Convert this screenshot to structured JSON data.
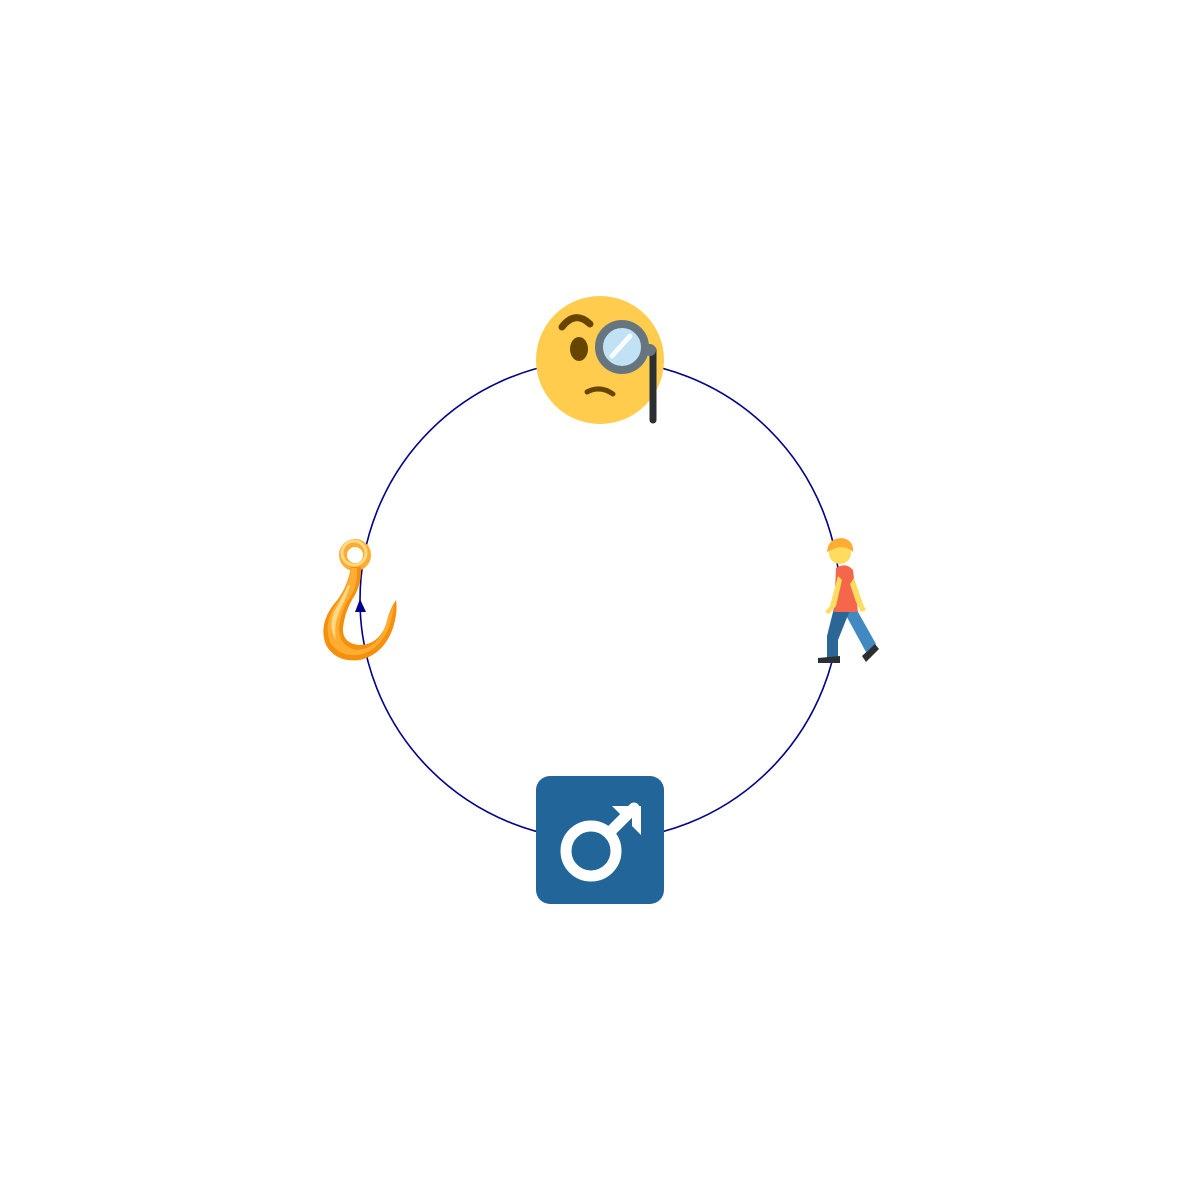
{
  "diagram": {
    "type": "cycle",
    "ring_color": "#00008b",
    "nodes": [
      {
        "id": "top",
        "icon": "face-with-monocle-icon",
        "colors": {
          "face": "#ffcc4d",
          "features": "#664500",
          "frame": "#66757f",
          "lens": "#c1e1f4",
          "cord": "#292f33"
        }
      },
      {
        "id": "right",
        "icon": "person-walking-icon",
        "colors": {
          "skin": "#ffdc5d",
          "hair": "#ffac33",
          "shirt": "#f4674b",
          "pants": "#2a6797",
          "pants_light": "#4289c1",
          "shoes": "#292f33"
        }
      },
      {
        "id": "bottom",
        "icon": "male-sign-icon",
        "colors": {
          "tile": "#226699",
          "symbol": "#ffffff"
        }
      },
      {
        "id": "left",
        "icon": "hook-icon",
        "colors": {
          "gold": "#ffac33",
          "gold_light": "#ffd983",
          "gold_dark": "#f4900c"
        }
      }
    ],
    "arrow": {
      "direction": "up",
      "at_node": "left"
    }
  }
}
